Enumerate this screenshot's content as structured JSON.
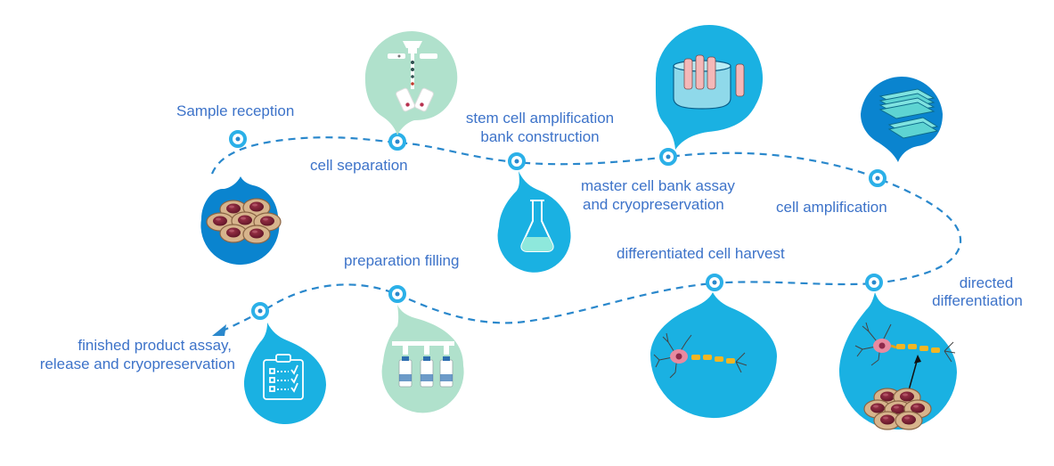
{
  "steps": {
    "sample_reception": "Sample reception",
    "cell_separation": "cell separation",
    "stem_cell_amplification": "stem cell amplification",
    "bank_construction": "bank construction",
    "master_cell_bank_assay": "master cell bank assay",
    "and_cryopreservation": "and cryopreservation",
    "cell_amplification": "cell amplification",
    "directed": "directed",
    "differentiation": "differentiation",
    "differentiated_cell_harvest": "differentiated cell harvest",
    "preparation_filling": "preparation filling",
    "finished_product_assay": "finished product assay,",
    "release_and_cryopreservation": "release and cryopreservation"
  },
  "colors": {
    "path": "#2a88cc",
    "label": "#3d73c9",
    "bubble_dark": "#0a84cf",
    "bubble_cyan": "#1ab1e2",
    "bubble_mint": "#b0e1cc",
    "node_ring": "#2bb0e8"
  },
  "icons": {
    "sample_reception": "cell-cluster-icon",
    "cell_separation": "centrifuge-tubes-icon",
    "master_cell_bank": "conical-flask-icon",
    "stem_cell_bank": "cryo-tubes-icon",
    "cell_amplification": "culture-flasks-icon",
    "directed_differentiation": "neuron-differentiation-icon",
    "differentiated_harvest": "neuron-icon",
    "preparation_filling": "vial-filling-icon",
    "finished_product": "checklist-clipboard-icon"
  }
}
